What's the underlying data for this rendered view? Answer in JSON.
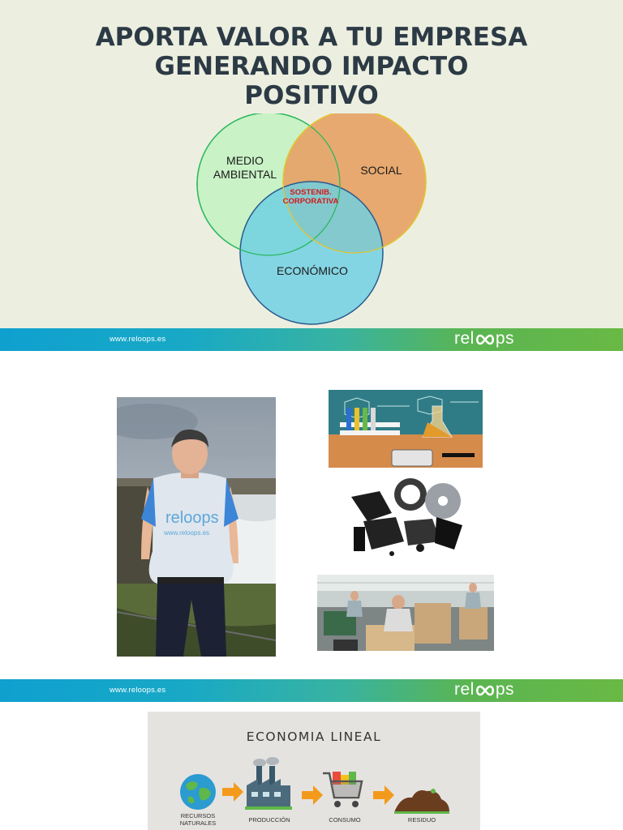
{
  "slide1": {
    "title_line1": "APORTA VALOR A TU EMPRESA",
    "title_line2": "GENERANDO IMPACTO",
    "title_line3": "POSITIVO",
    "venn": {
      "env_line1": "MEDIO",
      "env_line2": "AMBIENTAL",
      "social": "SOCIAL",
      "economic": "ECONÓMICO",
      "center_line1": "SOSTENIB.",
      "center_line2": "CORPORATIVA"
    }
  },
  "footer": {
    "url": "www.reloops.es",
    "logo_left": "rel",
    "logo_right": "ps"
  },
  "slide2": {
    "shirt_text": "reloops",
    "shirt_url": "www.reloops.es"
  },
  "slide3": {
    "title": "ECONOMIA LINEAL",
    "steps": [
      "RECURSOS",
      "NATURALES",
      "PRODUCCIÓN",
      "CONSUMO",
      "RESIDUO"
    ]
  },
  "colors": {
    "env": "#c9f2c6",
    "social": "#e6a467",
    "economic": "#7fd6e6",
    "band_start": "#0fa0cf",
    "band_end": "#69b944"
  }
}
